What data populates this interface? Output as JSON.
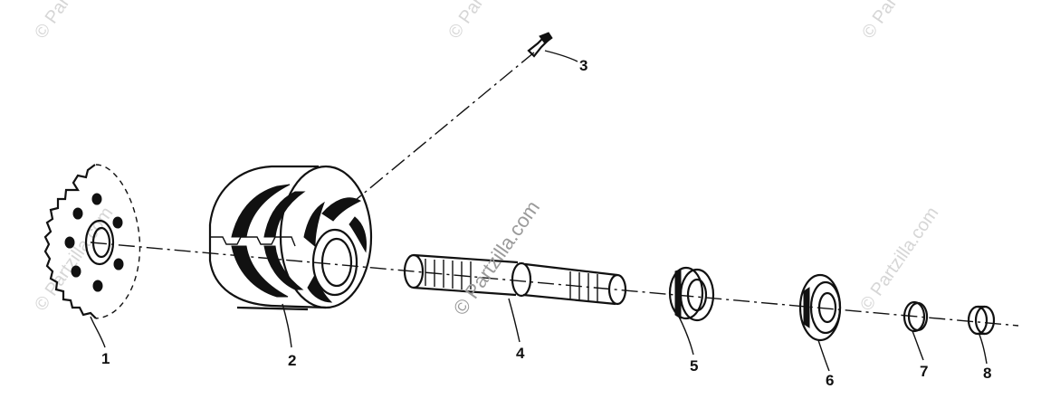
{
  "callouts": [
    {
      "label": "1"
    },
    {
      "label": "2"
    },
    {
      "label": "3"
    },
    {
      "label": "4"
    },
    {
      "label": "5"
    },
    {
      "label": "6"
    },
    {
      "label": "7"
    },
    {
      "label": "8"
    }
  ],
  "watermarks": {
    "small": "© Partzilla.com",
    "center": "© Partzilla.com"
  },
  "colors": {
    "ink": "#111111",
    "watermark": "#d6d6d6",
    "watermark_center": "#9a9a9a"
  }
}
